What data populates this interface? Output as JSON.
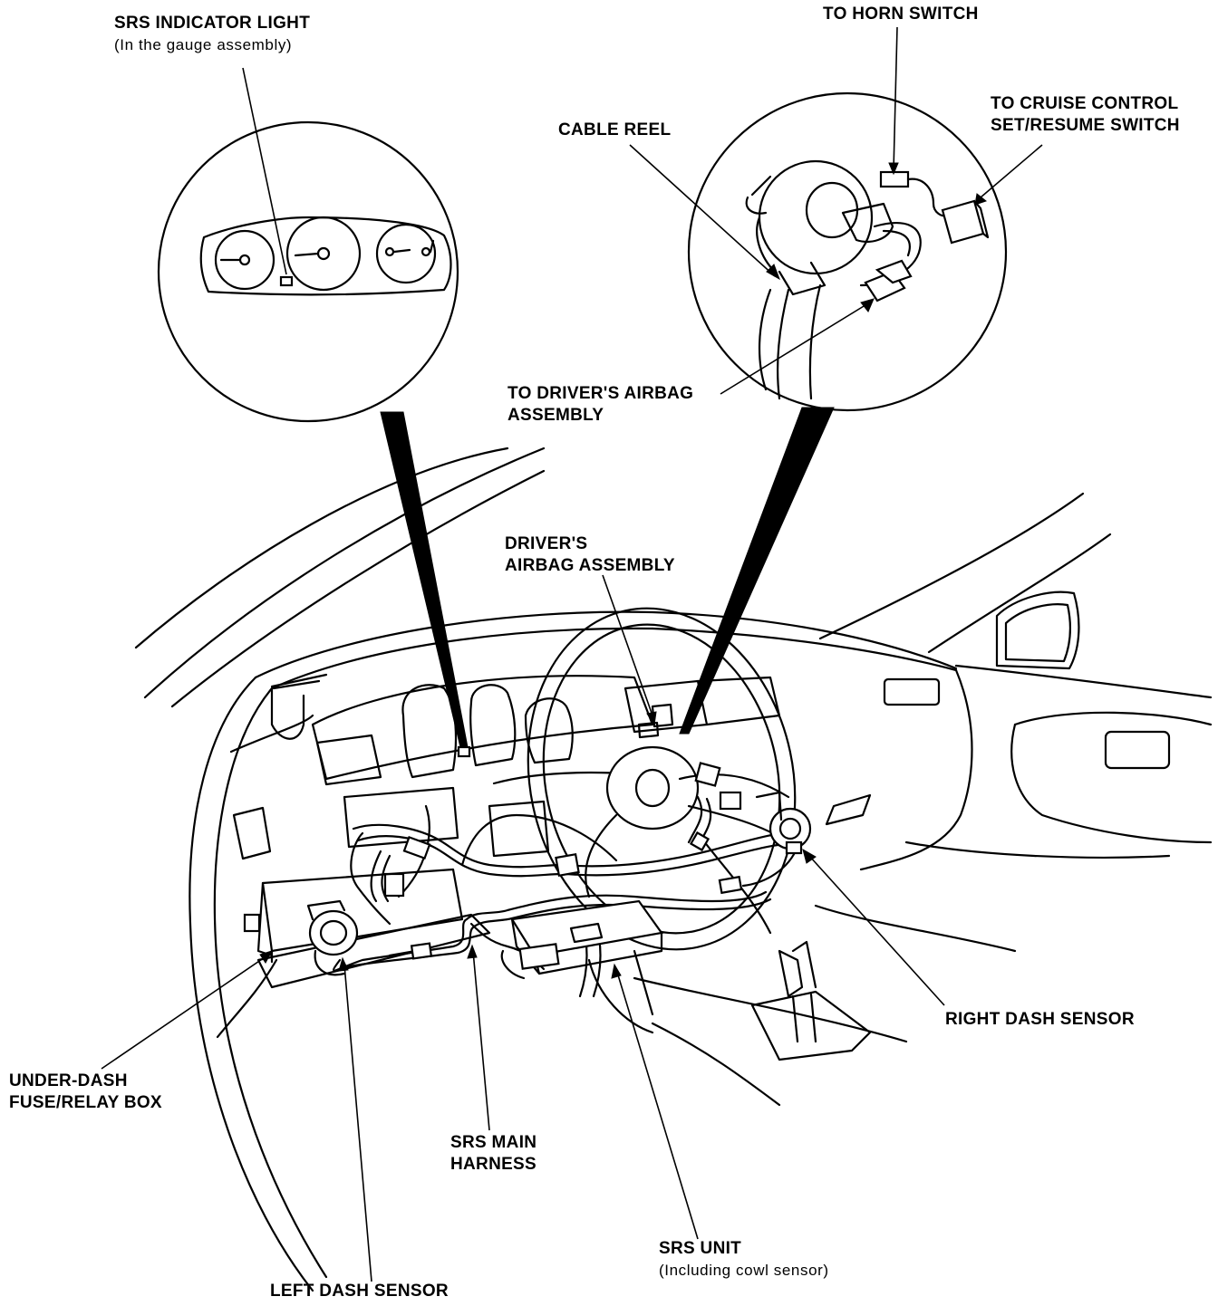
{
  "labels": {
    "srs_indicator": {
      "line1": "SRS INDICATOR LIGHT",
      "line2": "(In the gauge assembly)"
    },
    "horn_switch": {
      "line1": "TO HORN SWITCH"
    },
    "cruise_control": {
      "line1": "TO CRUISE CONTROL",
      "line2": "SET/RESUME SWITCH"
    },
    "cable_reel": {
      "line1": "CABLE REEL"
    },
    "drivers_airbag_assembly_connector": {
      "line1": "TO DRIVER'S AIRBAG",
      "line2": "ASSEMBLY"
    },
    "drivers_airbag": {
      "line1": "DRIVER'S",
      "line2": "AIRBAG ASSEMBLY"
    },
    "right_dash_sensor": {
      "line1": "RIGHT DASH SENSOR"
    },
    "under_dash_fuse": {
      "line1": "UNDER-DASH",
      "line2": "FUSE/RELAY BOX"
    },
    "srs_main_harness": {
      "line1": "SRS MAIN",
      "line2": "HARNESS"
    },
    "srs_unit": {
      "line1": "SRS UNIT",
      "line2": "(Including cowl sensor)"
    },
    "left_dash_sensor": {
      "line1": "LEFT DASH SENSOR"
    }
  },
  "colors": {
    "ink": "#000000",
    "paper": "#ffffff"
  }
}
